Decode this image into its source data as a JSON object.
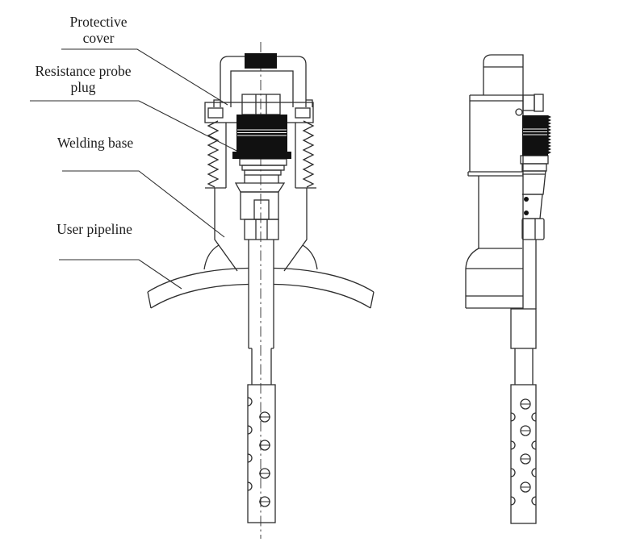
{
  "figure": {
    "background": "#ffffff",
    "line_color": "#2e2e2e",
    "fill_color": "#111111",
    "text_color": "#1c1c1c"
  },
  "labels": {
    "protective_cover": {
      "line1": "Protective",
      "line2": "cover"
    },
    "resistance_probe_plug": {
      "line1": "Resistance probe",
      "line2": "plug"
    },
    "welding_base": {
      "text": "Welding base"
    },
    "user_pipeline": {
      "text": "User pipeline"
    }
  }
}
